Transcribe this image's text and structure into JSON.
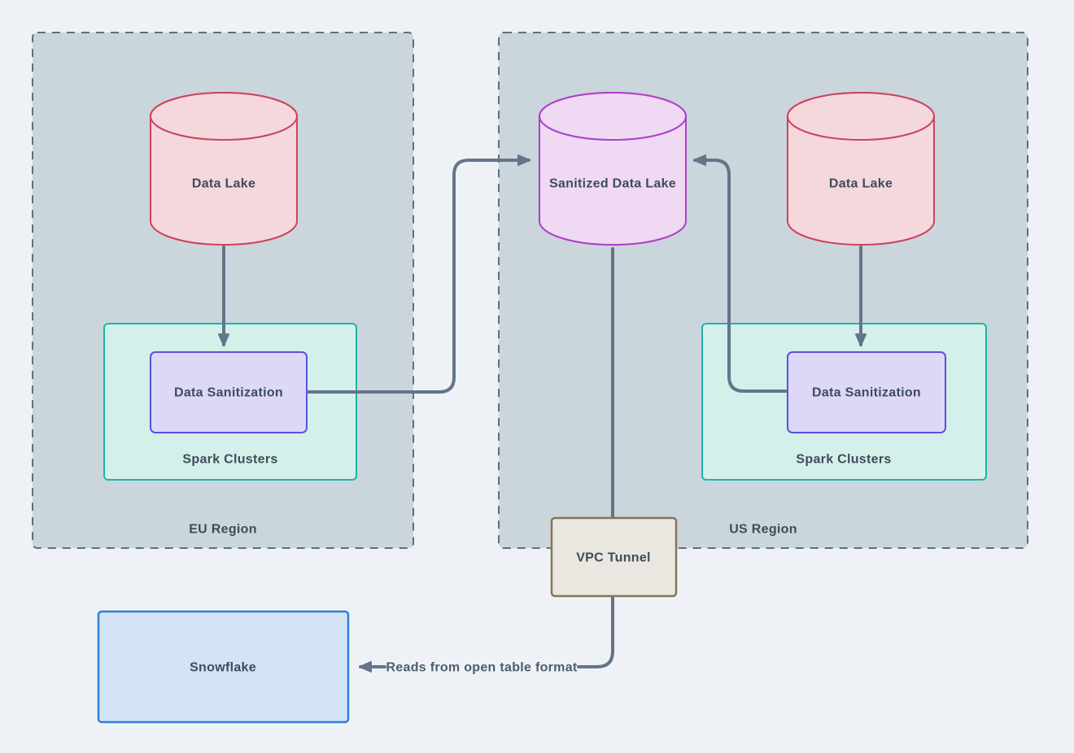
{
  "diagram": {
    "regions": {
      "eu": {
        "label": "EU Region"
      },
      "us": {
        "label": "US Region"
      }
    },
    "nodes": {
      "eu_data_lake": {
        "label": "Data Lake",
        "type": "cylinder"
      },
      "eu_spark_clusters": {
        "label": "Spark Clusters",
        "type": "container"
      },
      "eu_data_sanitization": {
        "label": "Data Sanitization",
        "type": "box"
      },
      "sanitized_data_lake": {
        "label": "Sanitized Data Lake",
        "type": "cylinder"
      },
      "us_data_lake": {
        "label": "Data Lake",
        "type": "cylinder"
      },
      "us_spark_clusters": {
        "label": "Spark Clusters",
        "type": "container"
      },
      "us_data_sanitization": {
        "label": "Data Sanitization",
        "type": "box"
      },
      "vpc_tunnel": {
        "label": "VPC Tunnel",
        "type": "box"
      },
      "snowflake": {
        "label": "Snowflake",
        "type": "box"
      }
    },
    "edges": {
      "eu_lake_to_sanitization": {
        "label": ""
      },
      "eu_sanitization_to_sanitized_lake": {
        "label": ""
      },
      "us_lake_to_sanitization": {
        "label": ""
      },
      "us_sanitization_to_sanitized_lake": {
        "label": ""
      },
      "sanitized_lake_to_vpc_tunnel": {
        "label": ""
      },
      "vpc_to_snowflake": {
        "label": "Reads from open table format"
      }
    },
    "palette": {
      "background": "#eef2f6",
      "region_fill": "#cbd5dc",
      "region_border": "#5f6f7d",
      "connector": "#64758a",
      "label_text": "#3e4c59",
      "data_lake_fill": "#f5d8dc",
      "data_lake_stroke": "#cc4261",
      "sanitized_lake_fill": "#f0d9f3",
      "sanitized_lake_stroke": "#ad3fc9",
      "spark_fill": "#d3f0ea",
      "spark_stroke": "#1fb3a7",
      "sanitization_fill": "#ddd8f8",
      "sanitization_stroke": "#5b51e0",
      "vpc_fill": "#e9e7e0",
      "vpc_stroke": "#857456",
      "snowflake_fill": "#d4e4f7",
      "snowflake_stroke": "#2e7fd6"
    }
  }
}
